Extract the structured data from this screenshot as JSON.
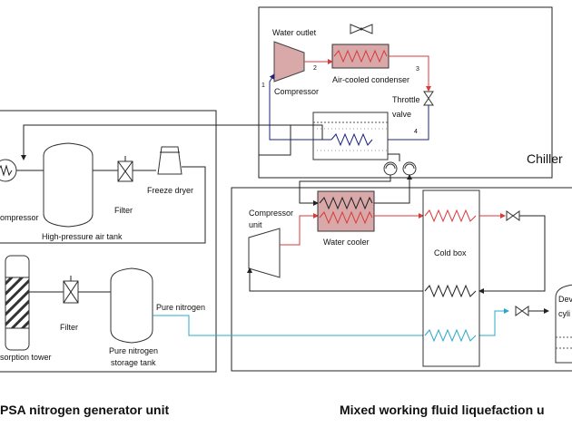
{
  "chiller": {
    "water_outlet": "Water outlet",
    "compressor": "Compressor",
    "condenser": "Air-cooled condenser",
    "throttle_line1": "Throttle",
    "throttle_line2": "valve",
    "label": "Chiller",
    "points": [
      "1",
      "2",
      "3",
      "4"
    ]
  },
  "psa": {
    "compressor": "ompressor",
    "filter1": "Filter",
    "freeze_dryer": "Freeze dryer",
    "air_tank": "High-pressure air tank",
    "filter2": "Filter",
    "pure_nitrogen": "Pure nitrogen",
    "storage_tank_line1": "Pure nitrogen",
    "storage_tank_line2": "storage tank",
    "adsorption_tower": "sorption tower",
    "title": "PSA nitrogen generator unit"
  },
  "liquefaction": {
    "compressor_line1": "Compressor",
    "compressor_line2": "unit",
    "water_cooler": "Water cooler",
    "cold_box": "Cold box",
    "dewar_line1": "Dev",
    "dewar_line2": "cyli",
    "title": "Mixed working fluid liquefaction u"
  },
  "colors": {
    "refrigerant": "#d93a3a",
    "nitrogen": "#2aa8c8",
    "return": "#1a237e",
    "line": "#222222"
  }
}
